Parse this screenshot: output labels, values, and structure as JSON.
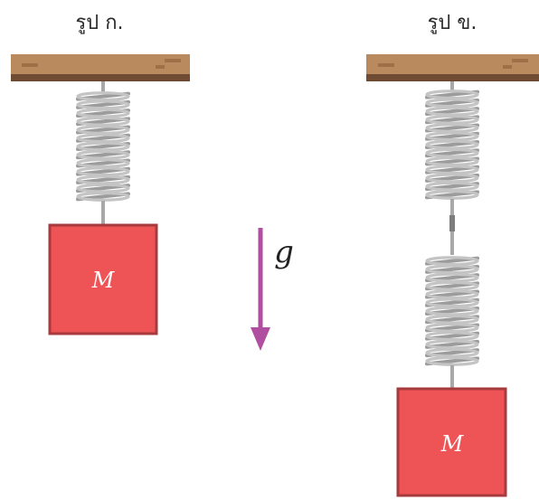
{
  "figure_a": {
    "caption": "รูป ก.",
    "mass_label": "M",
    "spring_count": 1
  },
  "figure_b": {
    "caption": "รูป ข.",
    "mass_label": "M",
    "spring_count": 2
  },
  "gravity": {
    "label": "g",
    "direction": "down"
  },
  "colors": {
    "ceiling": "#b98a5e",
    "ceiling_dark": "#6e4b32",
    "spring": "#b8b8b8",
    "spring_light": "#e6e6e6",
    "mass": "#ee5356",
    "mass_border": "#a63a3c",
    "arrow": "#b04f9f"
  }
}
